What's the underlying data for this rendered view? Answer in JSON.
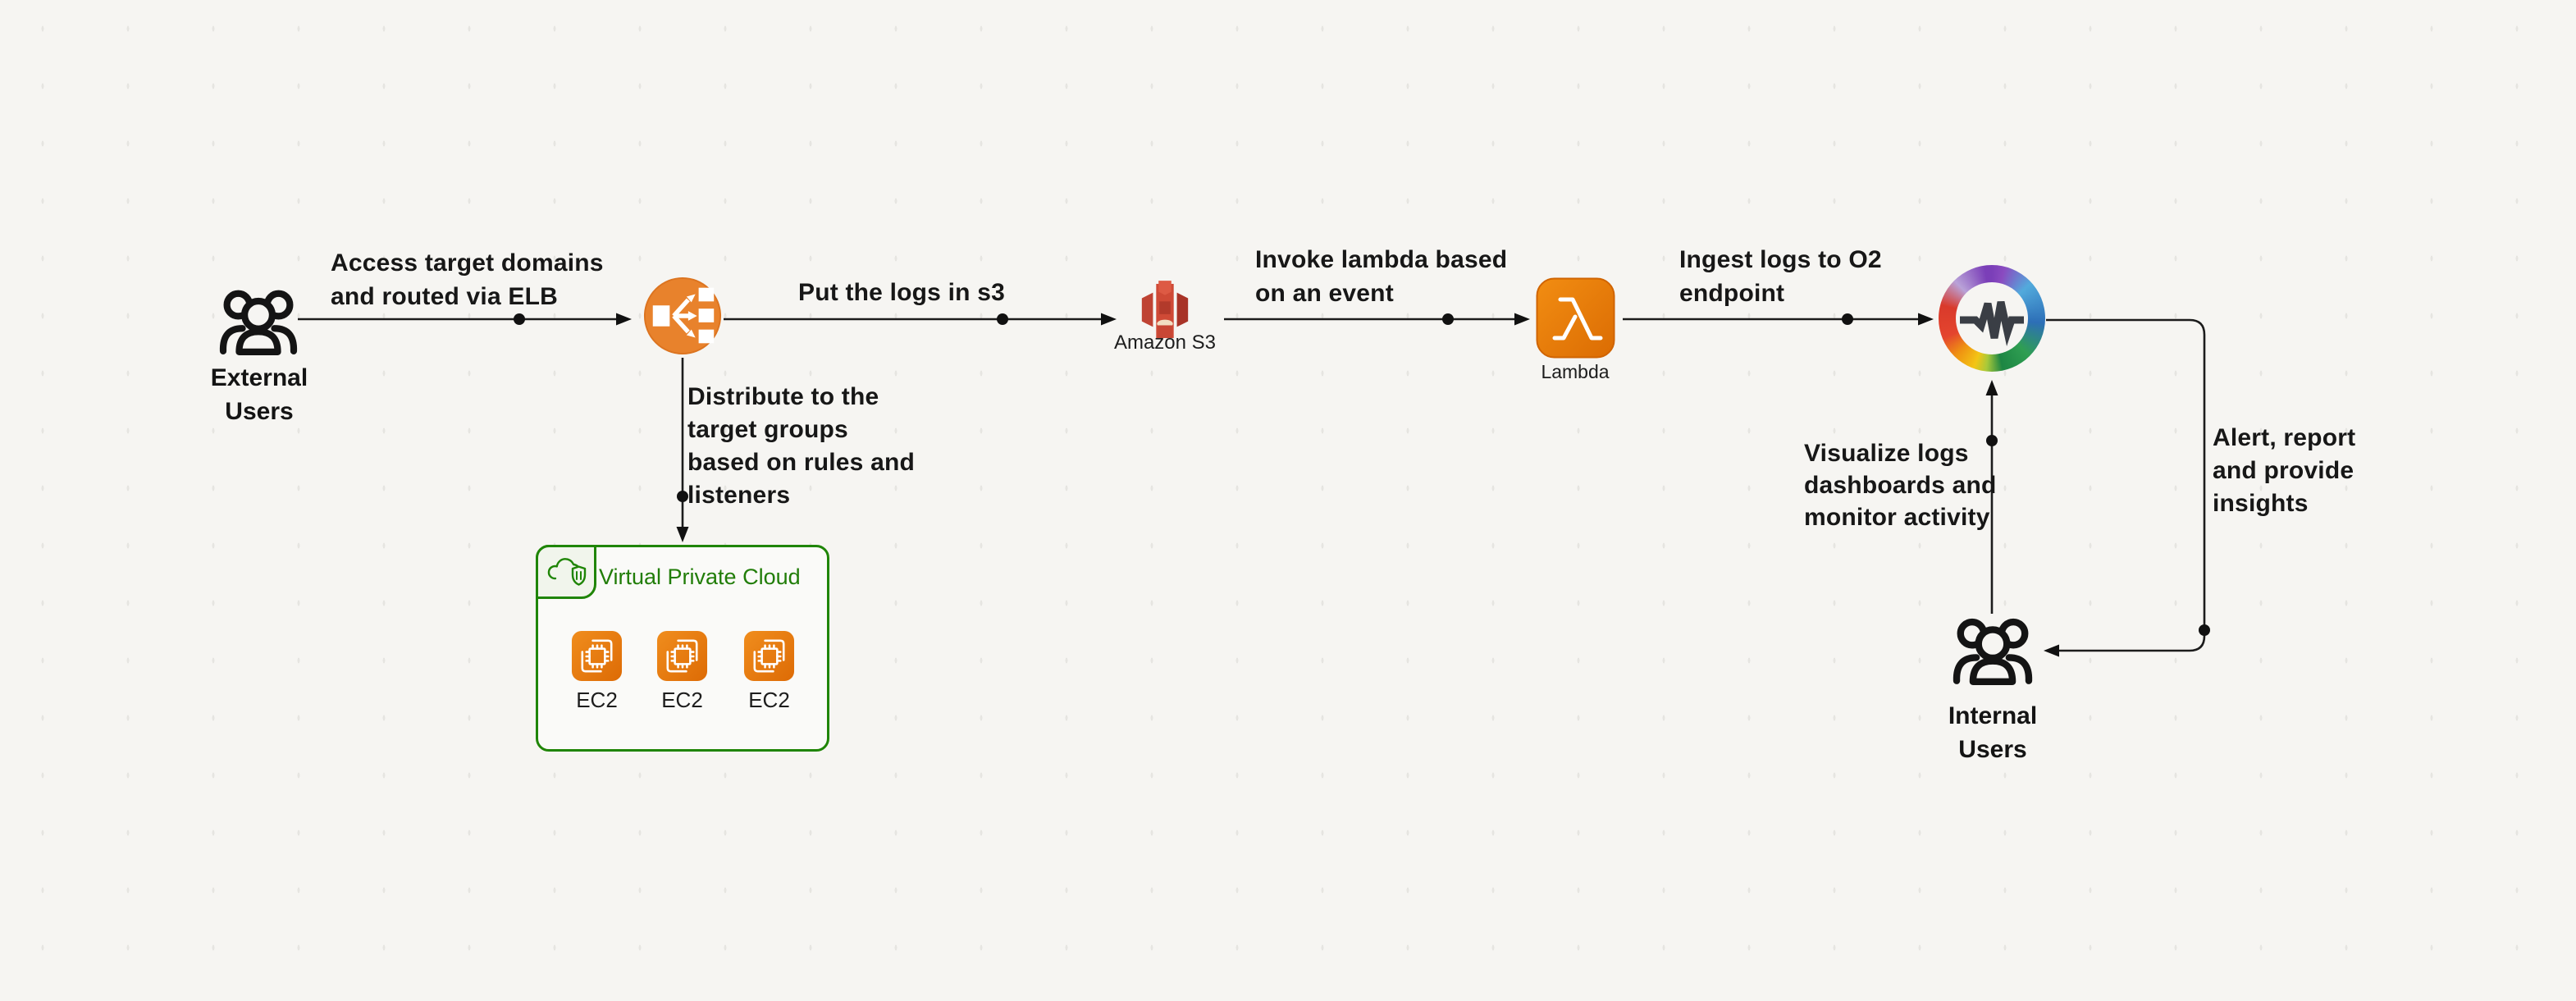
{
  "nodes": {
    "external_users": {
      "label": "External\nUsers",
      "icon": "users-icon"
    },
    "elb": {
      "icon": "elastic-load-balancer-icon"
    },
    "vpc": {
      "title": "Virtual Private Cloud",
      "icon": "vpc-cloud-shield-icon",
      "ec2": [
        {
          "label": "EC2"
        },
        {
          "label": "EC2"
        },
        {
          "label": "EC2"
        }
      ]
    },
    "s3": {
      "label": "Amazon S3",
      "icon": "amazon-s3-icon"
    },
    "lambda": {
      "label": "Lambda",
      "icon": "aws-lambda-icon"
    },
    "openobserve": {
      "icon": "openobserve-pulse-icon"
    },
    "internal_users": {
      "label": "Internal\nUsers",
      "icon": "users-icon"
    }
  },
  "annotations": {
    "access_elb": "Access target domains\nand routed via ELB",
    "put_logs": "Put the logs in s3",
    "invoke_lambda": "Invoke lambda based\non an event",
    "ingest_logs": "Ingest logs to O2\nendpoint",
    "distribute": "Distribute to the\ntarget groups\nbased on rules and\nlisteners",
    "visualize": "Visualize logs\ndashboards and\nmonitor activity",
    "alert": "Alert, report\nand provide\ninsights"
  },
  "colors": {
    "background": "#f6f5f2",
    "line": "#1c1c1c",
    "aws_orange": "#e8821c",
    "s3_red": "#cc4a36",
    "vpc_green": "#1f8506",
    "text": "#171717"
  }
}
